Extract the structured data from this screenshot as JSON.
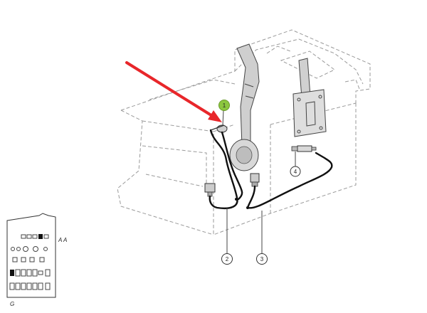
{
  "callouts": [
    {
      "id": "1",
      "label": "1",
      "highlighted": true
    },
    {
      "id": "2",
      "label": "2",
      "highlighted": false
    },
    {
      "id": "3",
      "label": "3",
      "highlighted": false
    },
    {
      "id": "4",
      "label": "4",
      "highlighted": false
    }
  ],
  "panel": {
    "side_label": "A A",
    "caption": "G"
  },
  "colors": {
    "arrow": "#e8262a",
    "highlight": "#8cc63f",
    "dashed_outline": "#9a9a9a",
    "wire": "#111111"
  }
}
